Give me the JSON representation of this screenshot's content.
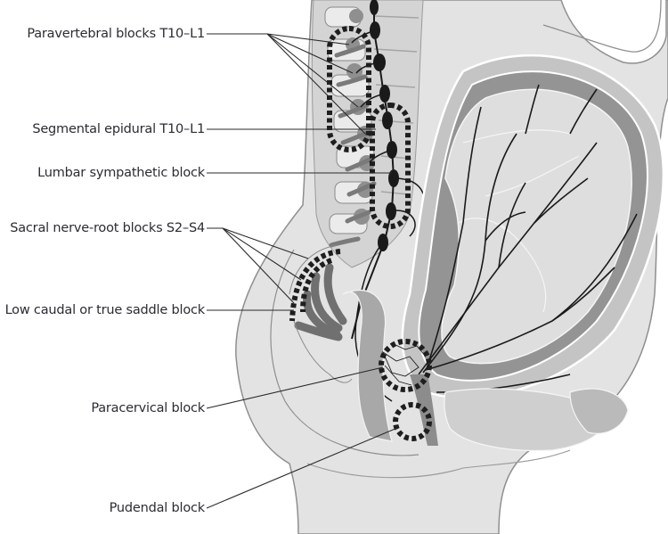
{
  "figure": {
    "title": "Regional anesthesia blocks for labor pain",
    "colors": {
      "body_fill": "#e2e2e2",
      "body_outline": "#8a8a8a",
      "spine_fill": "#d0d0d0",
      "uterus_wall": "#bdbdbd",
      "dark_tissue": "#8d8d8d",
      "nerve": "#1a1a1a",
      "block_marker": "#1e1e1e",
      "label_text": "#2b2b33"
    }
  },
  "labels": [
    {
      "id": "paravertebral",
      "text": "Paravertebral blocks T10–L1"
    },
    {
      "id": "segmental-epidural",
      "text": "Segmental epidural T10–L1"
    },
    {
      "id": "lumbar-sympathetic",
      "text": "Lumbar sympathetic block"
    },
    {
      "id": "sacral-nerve-root",
      "text": "Sacral nerve-root blocks S2–S4"
    },
    {
      "id": "low-caudal",
      "text": "Low caudal or true saddle block"
    },
    {
      "id": "paracervical",
      "text": "Paracervical block"
    },
    {
      "id": "pudendal",
      "text": "Pudendal block"
    }
  ]
}
